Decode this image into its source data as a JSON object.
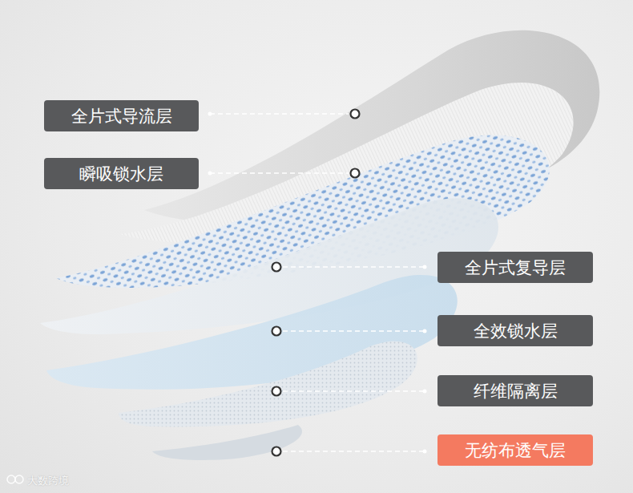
{
  "diagram": {
    "nodes": [
      {
        "text": [
          "全片式导流层"
        ]
      },
      {
        "text": [
          "瞬吸锁水层"
        ]
      },
      {
        "text": [
          "全片式复导层"
        ]
      },
      {
        "text": [
          "全效锁水层"
        ]
      },
      {
        "text": [
          "纤维隔离层"
        ]
      },
      {
        "text": [
          "无纺布透气层"
        ]
      }
    ],
    "labels": [
      "大数跨境"
    ]
  }
}
